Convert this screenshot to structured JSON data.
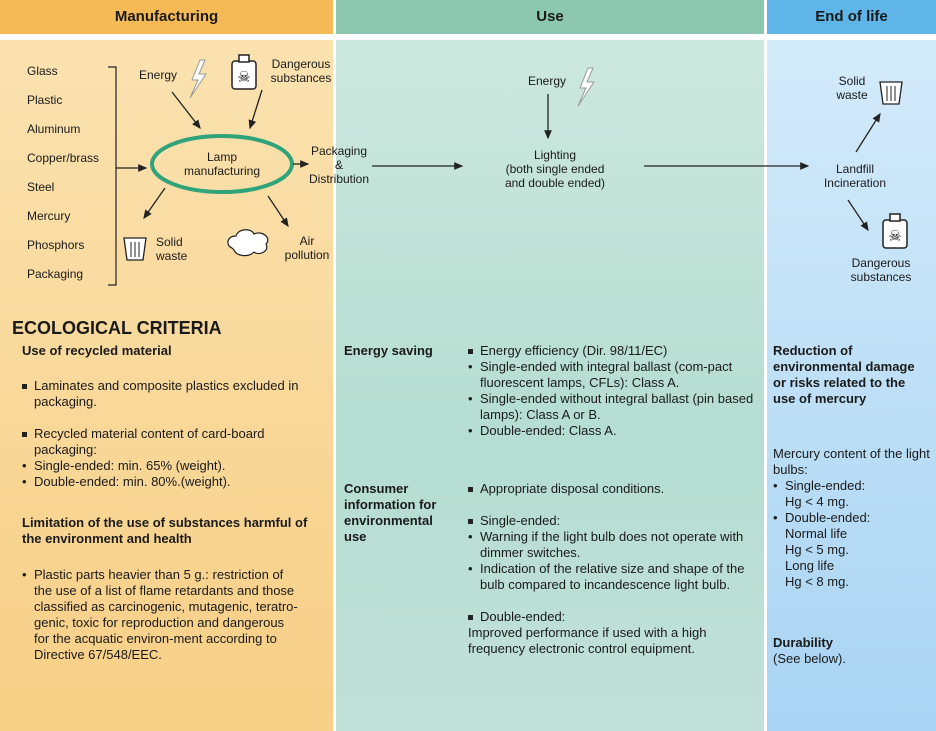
{
  "headers": {
    "manufacturing": "Manufacturing",
    "use": "Use",
    "end_of_life": "End of life"
  },
  "materials": [
    "Glass",
    "Plastic",
    "Aluminum",
    "Copper/brass",
    "Steel",
    "Mercury",
    "Phosphors",
    "Packaging"
  ],
  "manufacturing": {
    "energy": "Energy",
    "dangerous": [
      "Dangerous",
      "substances"
    ],
    "lamp": [
      "Lamp",
      "manufacturing"
    ],
    "solid_waste": [
      "Solid",
      "waste"
    ],
    "air_pollution": [
      "Air",
      "pollution"
    ],
    "packaging": [
      "Packaging",
      "&",
      "Distribution"
    ]
  },
  "use_flow": {
    "energy": "Energy",
    "lighting": [
      "Lighting",
      "(both single ended",
      "and double ended)"
    ]
  },
  "end_flow": {
    "solid_waste": [
      "Solid",
      "waste"
    ],
    "landfill": [
      "Landfill",
      "Incineration"
    ],
    "dangerous": [
      "Dangerous",
      "substances"
    ]
  },
  "ecological": {
    "title": "ECOLOGICAL CRITERIA",
    "recycled_heading": "Use of recycled material",
    "recycled_items": [
      "Laminates and composite plastics excluded in packaging.",
      "Recycled material content of card-board packaging:"
    ],
    "recycled_sub": [
      "Single-ended: min. 65% (weight).",
      "Double-ended: min. 80%.(weight)."
    ],
    "limitation_heading": "Limitation of the use of substances harmful of the environment and health",
    "limitation_text": "Plastic parts heavier than 5 g.: restriction of the use of a list of flame retardants and those classified as carcinogenic, mutagenic, teratro-genic, toxic for reproduction and dangerous for the acquatic environ-ment according to Directive 67/548/EEC."
  },
  "use_criteria": {
    "energy_label": "Energy saving",
    "energy_items": [
      "Energy efficiency (Dir. 98/11/EC)"
    ],
    "energy_sub": [
      "Single-ended with integral ballast (com-pact fluorescent lamps, CFLs): Class A.",
      "Single-ended without integral ballast (pin based lamps): Class A or B.",
      "Double-ended: Class A."
    ],
    "consumer_label": "Consumer information for environmental use",
    "consumer_items": [
      "Appropriate disposal conditions.",
      "Single-ended:"
    ],
    "single_sub": [
      "Warning if the light bulb does not operate with dimmer switches.",
      "Indication of the relative size and shape of the bulb compared to incandescence light bulb."
    ],
    "double_item": "Double-ended:",
    "double_text": "Improved performance if used with a high frequency electronic control equipment."
  },
  "end_criteria": {
    "heading": "Reduction of environmental damage or risks related to the use of mercury",
    "mercury_intro": "Mercury content of the light bulbs:",
    "single_label": "Single-ended:",
    "single_value": "Hg < 4 mg.",
    "double_label": "Double-ended:",
    "normal_life": "Normal life",
    "normal_value": "Hg < 5 mg.",
    "long_life": "Long life",
    "long_value": "Hg < 8 mg.",
    "durability": "Durability",
    "durability_note": "(See below)."
  },
  "colors": {
    "manufacturing": "#f5b955",
    "use": "#8cc8b1",
    "end_of_life": "#5fb4e8",
    "lamp_ring": "#2fa37a"
  }
}
